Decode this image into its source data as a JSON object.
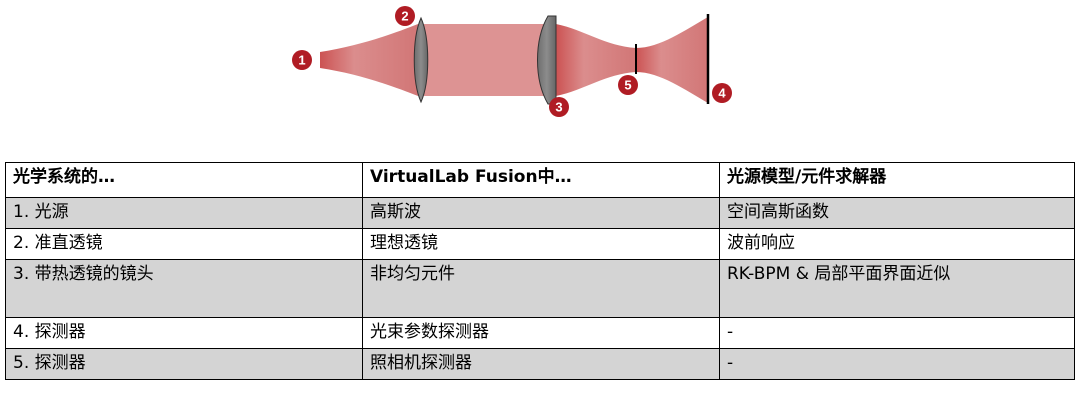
{
  "diagram": {
    "markers": [
      "1",
      "2",
      "3",
      "4",
      "5"
    ],
    "colors": {
      "beam": "#d98787",
      "lens": "#7f7f7f",
      "marker": "#b01c24",
      "detector": "#000000"
    }
  },
  "table": {
    "headers": [
      "光学系统的…",
      "VirtualLab Fusion中…",
      "光源模型/元件求解器"
    ],
    "rows": [
      [
        "1. 光源",
        "高斯波",
        "空间高斯函数"
      ],
      [
        "2. 准直透镜",
        "理想透镜",
        "波前响应"
      ],
      [
        "3. 带热透镜的镜头",
        "非均匀元件",
        "RK-BPM & 局部平面界面近似"
      ],
      [
        "4. 探测器",
        "光束参数探测器",
        "-"
      ],
      [
        "5. 探测器",
        "照相机探测器",
        "-"
      ]
    ]
  }
}
